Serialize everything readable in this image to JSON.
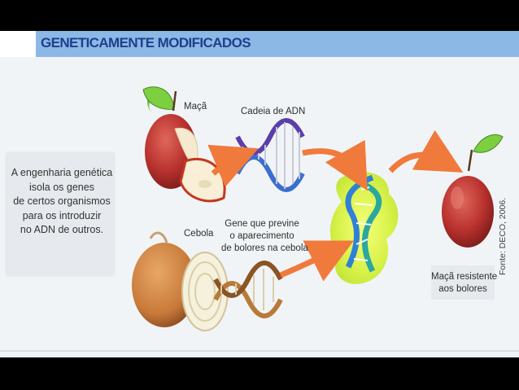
{
  "title": "GENETICAMENTE MODIFICADOS",
  "intro_lines": [
    "A engenharia genética",
    "isola os genes",
    "de certos organismos",
    "para os introduzir",
    "no ADN de outros."
  ],
  "labels": {
    "apple": "Maçã",
    "dna_chain": "Cadeia de ADN",
    "onion": "Cebola",
    "gene_lines": [
      "Gene que previne",
      "o aparecimento",
      "de bolores na cebola"
    ],
    "result_lines": [
      "Maçã resistente",
      "aos bolores"
    ]
  },
  "source": "Fonte: DECO, 2006.",
  "colors": {
    "title_bar": "#8cb8e6",
    "title_text": "#1f3f8a",
    "arrow": "#f07a3c",
    "highlight": "#d8f24a",
    "apple_red": "#b8312e",
    "onion": "#c87a3a"
  }
}
